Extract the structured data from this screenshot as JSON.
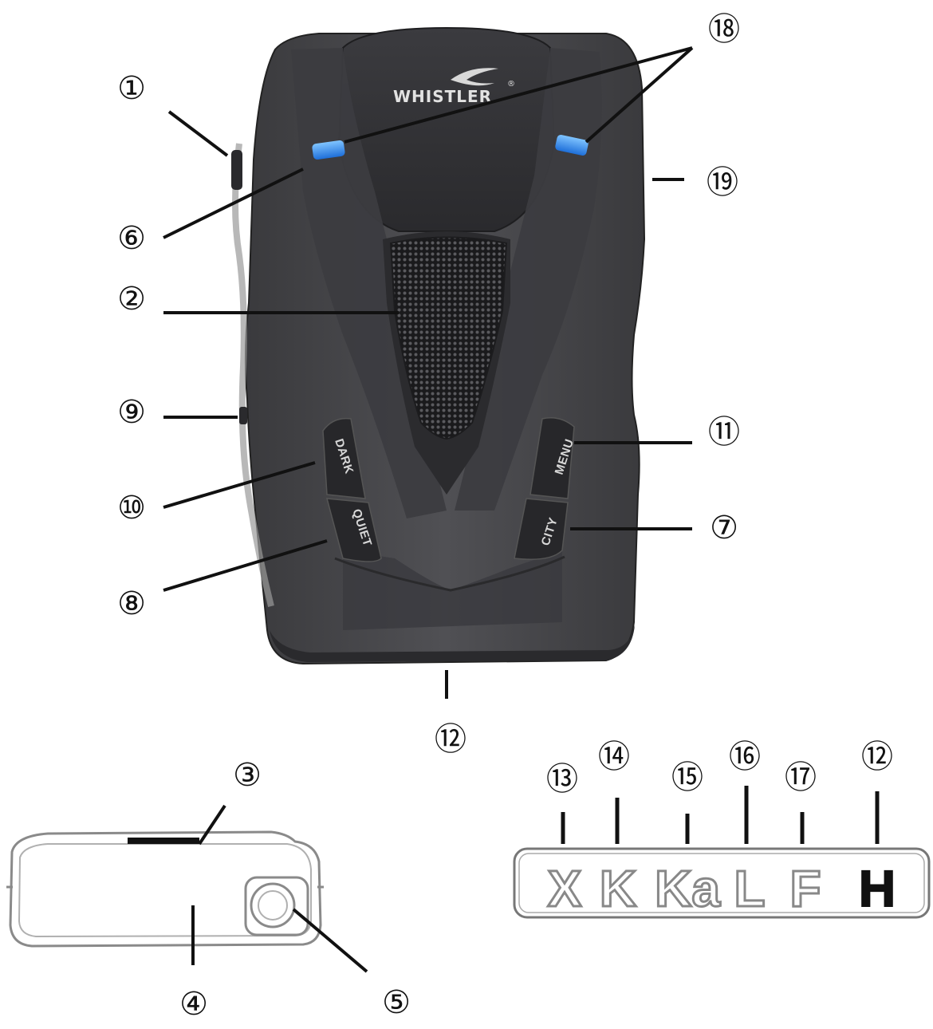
{
  "brand": {
    "logo_text": "WHISTLER",
    "registered_mark": "®"
  },
  "buttons": {
    "dark": "DARK",
    "quiet": "QUIET",
    "menu": "MENU",
    "city": "CITY"
  },
  "callouts": {
    "c1": "①",
    "c2": "②",
    "c3": "③",
    "c4": "④",
    "c5": "⑤",
    "c6": "⑥",
    "c7": "⑦",
    "c8": "⑧",
    "c9": "⑨",
    "c10": "⑩",
    "c11": "⑪",
    "c12_bottom": "⑫",
    "c12_display": "⑫",
    "c13": "⑬",
    "c14": "⑭",
    "c15": "⑮",
    "c16": "⑯",
    "c17": "⑰",
    "c18": "⑱",
    "c19": "⑲"
  },
  "display": {
    "bands": [
      "X",
      "K",
      "Ka",
      "L",
      "F",
      "H"
    ],
    "colors": {
      "band_outline": "#888888",
      "band_active": "#111111"
    }
  },
  "colors": {
    "body": "#4a4a4e",
    "body_dark": "#2e2e31",
    "led": "#2a8cff",
    "line": "#111111"
  }
}
